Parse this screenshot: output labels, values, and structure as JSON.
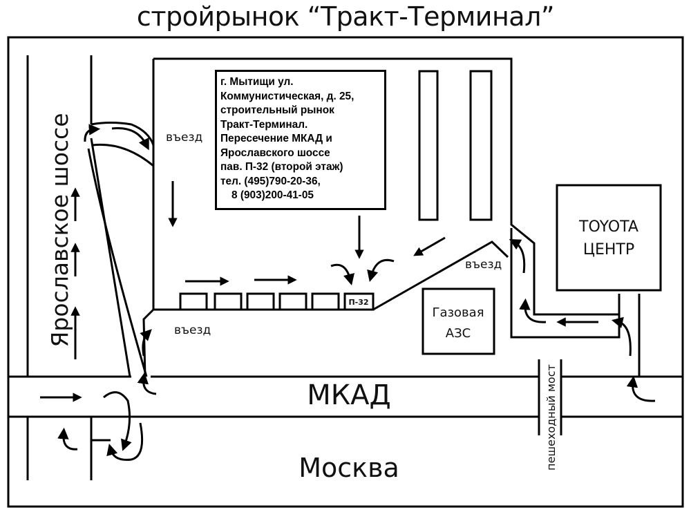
{
  "title": "стройрынок “Тракт-Терминал”",
  "info_lines": [
    "г. Мытищи ул.",
    "Коммунистическая, д. 25,",
    "строительный рынок",
    "Тракт-Терминал.",
    "Пересечение МКАД и",
    "Ярославского шоссе",
    "пав. П-32 (второй этаж)",
    "тел. (495)790-20-36,",
    "8 (903)200-41-05"
  ],
  "labels": {
    "yaroslavskoe": "Ярославское шоссе",
    "mkad": "МКАД",
    "moskva": "Москва",
    "entrance_top": "въезд",
    "entrance_bottom": "въезд",
    "entrance_right": "въезд",
    "gas_line1": "Газовая",
    "gas_line2": "АЗС",
    "toyota_line1": "TOYOTA",
    "toyota_line2": "ЦЕНТР",
    "pavilion": "П-32",
    "footbridge": "пешеходный мост"
  }
}
